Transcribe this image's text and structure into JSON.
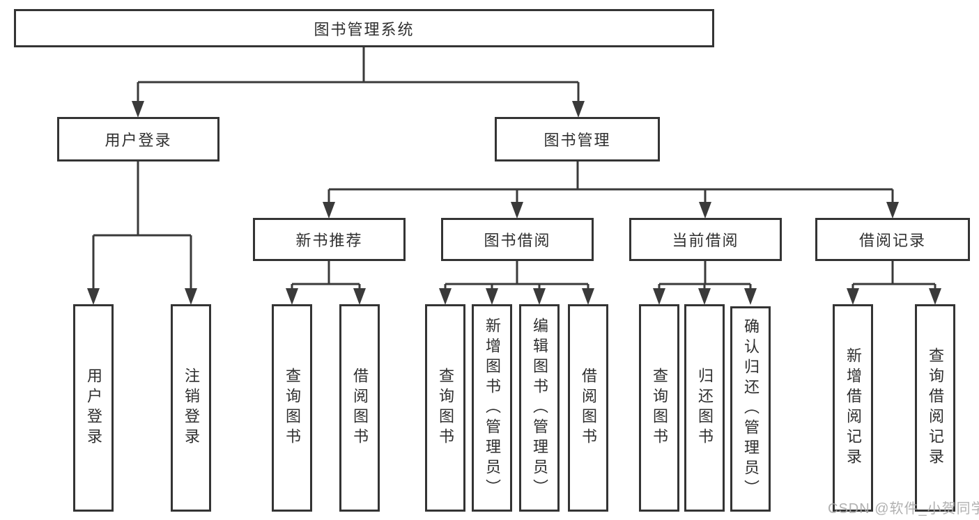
{
  "diagram_type": "tree",
  "tree": {
    "label": "图书管理系统",
    "children": [
      {
        "label": "用户登录",
        "children": [
          {
            "label": "用户登录"
          },
          {
            "label": "注销登录"
          }
        ]
      },
      {
        "label": "图书管理",
        "children": [
          {
            "label": "新书推荐",
            "children": [
              {
                "label": "查询图书"
              },
              {
                "label": "借阅图书"
              }
            ]
          },
          {
            "label": "图书借阅",
            "children": [
              {
                "label": "查询图书"
              },
              {
                "label": "新增图书（管理员）"
              },
              {
                "label": "编辑图书（管理员）"
              },
              {
                "label": "借阅图书"
              }
            ]
          },
          {
            "label": "当前借阅",
            "children": [
              {
                "label": "查询图书"
              },
              {
                "label": "归还图书"
              },
              {
                "label": "确认归还（管理员）"
              }
            ]
          },
          {
            "label": "借阅记录",
            "children": [
              {
                "label": "新增借阅记录"
              },
              {
                "label": "查询借阅记录"
              }
            ]
          }
        ]
      }
    ]
  },
  "watermark": {
    "text": "CSDN @软件_小贺同学"
  },
  "colors": {
    "line": "#3a3a3a",
    "box_border": "#343434",
    "text": "#2f2f2f",
    "watermark": "#a8a8a8",
    "background": "#ffffff"
  }
}
